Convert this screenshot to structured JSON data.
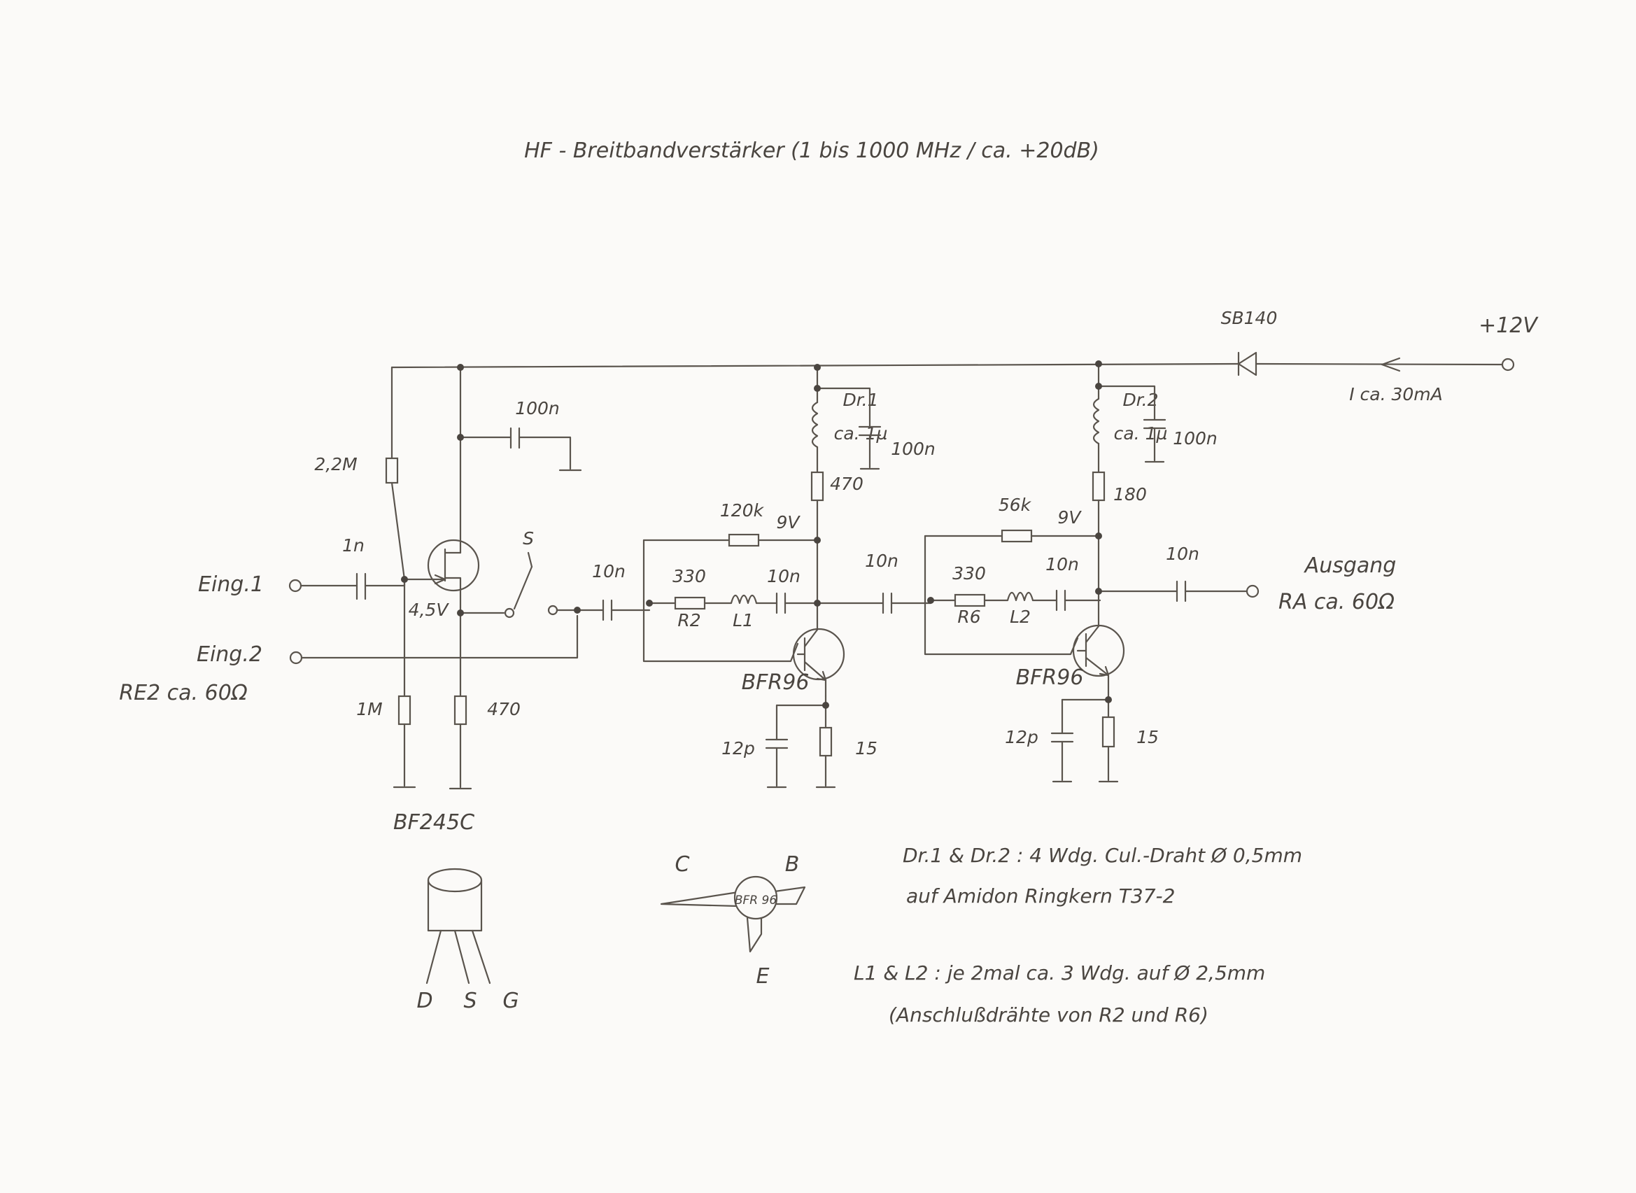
{
  "title": "HF - Breitbandverstärker (1 bis 1000 MHz / ca. +20dB)",
  "supply": {
    "voltage": "+12V",
    "current": "I ca. 30mA",
    "diode": "SB140"
  },
  "inputs": {
    "in1": "Eing.1",
    "in2": "Eing.2",
    "in2_impedance": "RE2 ca. 60Ω"
  },
  "output": {
    "label": "Ausgang",
    "impedance": "RA ca. 60Ω"
  },
  "stage1": {
    "fet": "BF245C",
    "r_gate": "2,2M",
    "c_in": "1n",
    "r_gate_bottom": "1M",
    "r_source": "470",
    "c_supply": "100n",
    "source_voltage": "4,5V",
    "switch": "S"
  },
  "stage2": {
    "transistor": "BFR96",
    "choke": "Dr.1",
    "choke_value": "ca. 1µ",
    "c_decouple": "100n",
    "r_collector": "470",
    "r_feedback": "120k",
    "collector_voltage": "9V",
    "c_in": "10n",
    "r_fb2": "330",
    "r_fb2_name": "R2",
    "l_name": "L1",
    "c_fb": "10n",
    "c_out": "10n",
    "c_emitter": "12p",
    "r_emitter": "15"
  },
  "stage3": {
    "transistor": "BFR96",
    "choke": "Dr.2",
    "choke_value": "ca. 1µ",
    "c_decouple": "100n",
    "r_collector": "180",
    "r_feedback": "56k",
    "collector_voltage": "9V",
    "r_fb2": "330",
    "r_fb2_name": "R6",
    "l_name": "L2",
    "c_fb": "10n",
    "c_out": "10n",
    "c_emitter": "12p",
    "r_emitter": "15"
  },
  "pinouts": {
    "fet_pins": [
      "D",
      "S",
      "G"
    ],
    "bjt": {
      "b": "B",
      "c": "C",
      "e": "E",
      "marking": "BFR 96"
    }
  },
  "notes": {
    "chokes_line1": "Dr.1 & Dr.2 : 4 Wdg. Cul.-Draht Ø 0,5mm",
    "chokes_line2": "auf Amidon Ringkern T37-2",
    "coils_line1": "L1 & L2 : je 2mal ca. 3 Wdg. auf Ø 2,5mm",
    "coils_line2": "(Anschlußdrähte von R2 und R6)"
  }
}
